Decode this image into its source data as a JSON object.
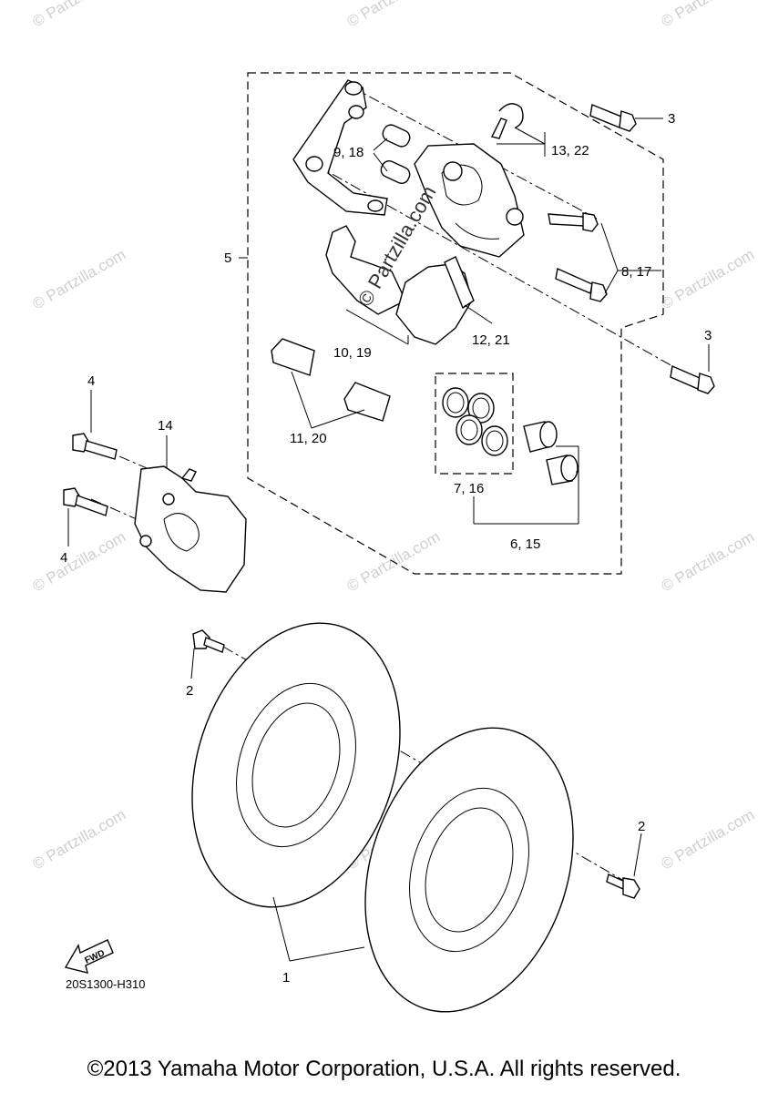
{
  "watermark": {
    "text": "© Partzilla.com",
    "center_text": "© Partzilla.com"
  },
  "callouts": {
    "c1": "1",
    "c2a": "2",
    "c2b": "2",
    "c3a": "3",
    "c3b": "3",
    "c4a": "4",
    "c4b": "4",
    "c5": "5",
    "c6_15": "6, 15",
    "c7_16": "7, 16",
    "c8_17": "8, 17",
    "c9_18": "9, 18",
    "c10_19": "10, 19",
    "c11_20": "11, 20",
    "c12_21": "12, 21",
    "c13_22": "13, 22",
    "c14": "14"
  },
  "fwd_label": "FWD",
  "diagram_code": "20S1300-H310",
  "copyright": "©2013 Yamaha Motor Corporation, U.S.A. All rights reserved."
}
